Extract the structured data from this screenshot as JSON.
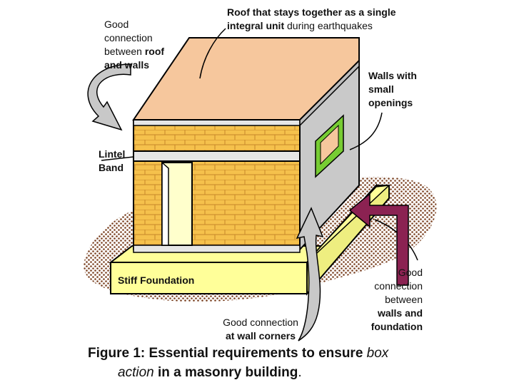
{
  "labels": {
    "roof": {
      "line1": "Roof that stays together as a single",
      "line2_bold": "integral unit",
      "line2_rest": " during earthquakes"
    },
    "roof_walls": {
      "line1": "Good",
      "line2": "connection",
      "line3_plain": "between ",
      "line3_bold": "roof",
      "line4": "and walls"
    },
    "walls_openings": {
      "line1": "Walls with",
      "line2": "small",
      "line3": "openings"
    },
    "lintel": {
      "line1": "Lintel",
      "line2": "Band"
    },
    "foundation": "Stiff Foundation",
    "walls_foundation": {
      "line1": "Good",
      "line2": "connection",
      "line3": "between",
      "line4": "walls and",
      "line5": "foundation"
    },
    "wall_corners": {
      "line1": "Good connection",
      "line2": "at wall corners"
    }
  },
  "caption": {
    "part1": "Figure 1: Essential requirements to ensure ",
    "part2_italic": "box",
    "part3_italic": "action",
    "part4": " in a masonry building",
    "part5": "."
  },
  "colors": {
    "roof": "#f6c79d",
    "brick": "#f5c14c",
    "mortar": "#c8862a",
    "grey_wall": "#c9c9c9",
    "band": "#e6e6e6",
    "foundation": "#ffff99",
    "window_frame": "#77cc33",
    "window_glass": "#f6c79d",
    "arrow_purple": "#8b2252",
    "arrow_grey": "#c8c8c8",
    "ground_dots": "#7a4020"
  }
}
